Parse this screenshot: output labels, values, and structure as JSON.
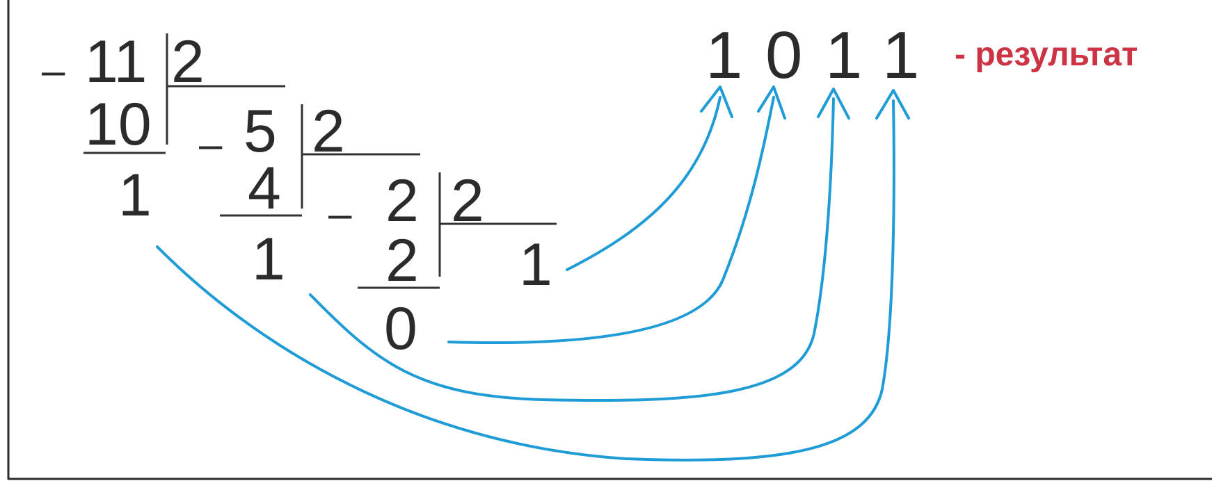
{
  "division": {
    "step1": {
      "dividend": "11",
      "divisor": "2",
      "subtrahend": "10",
      "remainder": "1",
      "minus": "–"
    },
    "step2": {
      "dividend": "5",
      "divisor": "2",
      "subtrahend": "4",
      "remainder": "1",
      "minus": "–"
    },
    "step3": {
      "dividend": "2",
      "divisor": "2",
      "subtrahend": "2",
      "remainder": "0",
      "quotient": "1",
      "minus": "–"
    }
  },
  "result": {
    "digits": [
      "1",
      "0",
      "1",
      "1"
    ],
    "label": "- результат"
  },
  "colors": {
    "arrows": "#1f9bd6",
    "label": "#cc3344",
    "text": "#2b2b2b"
  }
}
